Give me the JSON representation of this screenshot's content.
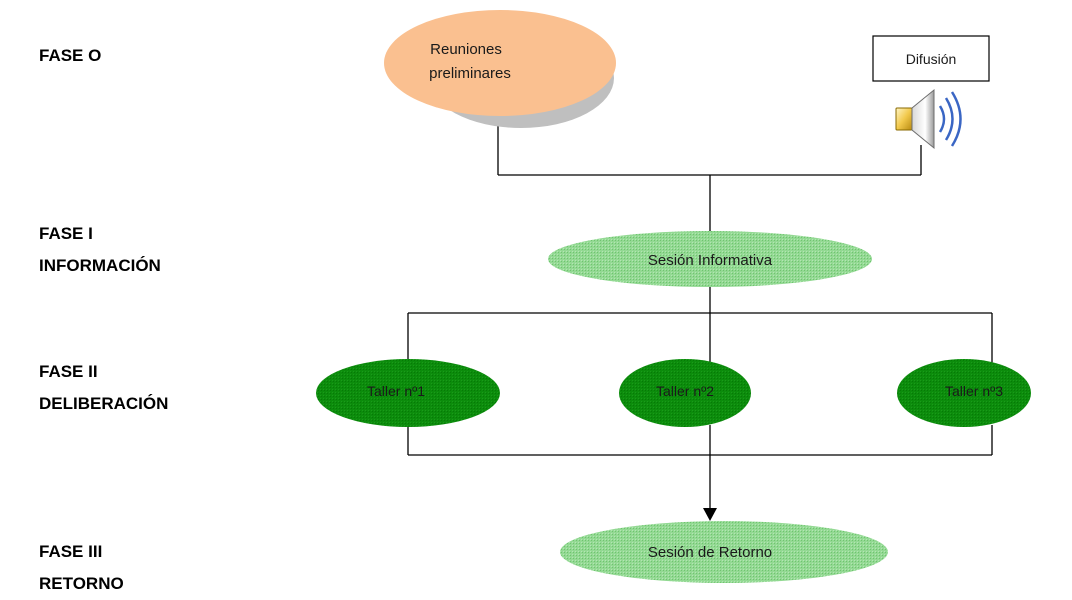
{
  "phases": [
    {
      "lines": [
        "FASE O"
      ]
    },
    {
      "lines": [
        "FASE I",
        "INFORMACIÓN"
      ]
    },
    {
      "lines": [
        "FASE II",
        "DELIBERACIÓN"
      ]
    },
    {
      "lines": [
        "FASE III",
        "RETORNO"
      ]
    }
  ],
  "nodes": {
    "reuniones": [
      "Reuniones",
      "preliminares"
    ],
    "difusion": "Difusión",
    "sesion_informativa": "Sesión Informativa",
    "taller1": "Taller nº1",
    "taller2": "Taller nº2",
    "taller3": "Taller nº3",
    "sesion_retorno": "Sesión de Retorno"
  },
  "colors": {
    "reuniones_fill": "#fac090",
    "shadow": "#bfbfbf",
    "light_green": "#8fd68f",
    "dark_green": "#0a8a0a",
    "line": "#000000"
  },
  "icons": {
    "difusion_icon": "speaker-icon"
  }
}
